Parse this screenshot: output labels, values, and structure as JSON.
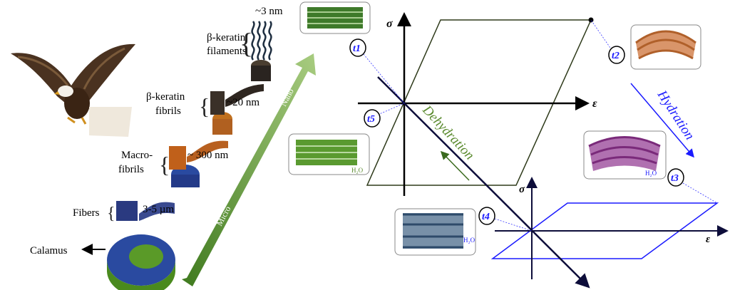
{
  "hierarchy": {
    "labels": {
      "filament_size": "~3 nm",
      "filaments": [
        "β-keratin",
        "filaments"
      ],
      "fibrils": [
        "β-keratin",
        "fibrils"
      ],
      "fibril_size": "~20 nm",
      "macrofibrils": [
        "Macro-",
        "fibrils"
      ],
      "macrofibril_size": "~ 300 nm",
      "fibers": "Fibers",
      "fiber_size": "3-5 µm",
      "calamus": "Calamus"
    },
    "scale_arrow": {
      "low": "Micro",
      "high": "Nano"
    }
  },
  "cycle": {
    "stress_symbol": "σ",
    "strain_symbol": "ε",
    "dehydration": "Dehydration",
    "hydration": "Hydration",
    "water": "H₂O",
    "states": [
      "t1",
      "t2",
      "t3",
      "t4",
      "t5"
    ],
    "colors": {
      "dry": "#5a8a2e",
      "dry_loop": "#2e3a1a",
      "hydrated": "#1a1aff",
      "axis": "#0d0d3a",
      "bent": "#c0703a",
      "swollen": "#8a3a8a",
      "wet": "#3a5a7a"
    }
  }
}
